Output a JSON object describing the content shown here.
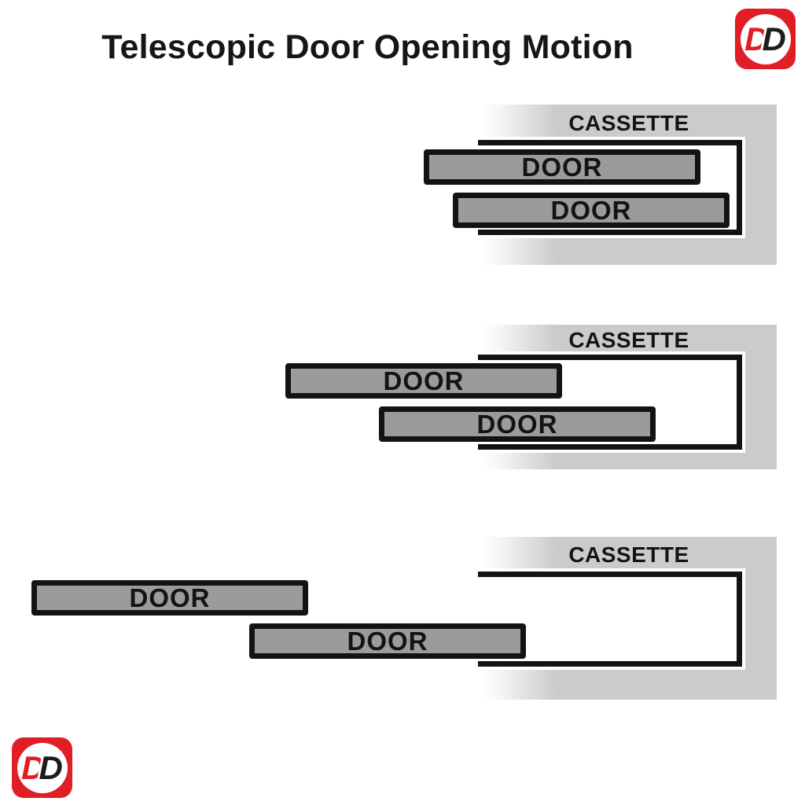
{
  "title": "Telescopic Door Opening Motion",
  "logo": {
    "letters": [
      "D",
      "D"
    ],
    "red": "#e11e26",
    "dark": "#1d1d1b"
  },
  "colors": {
    "background": "#ffffff",
    "panel_gray": "#cbcbcb",
    "door_fill": "#9b9b9b",
    "outline_black": "#131313",
    "text_black": "#141414"
  },
  "stages": [
    {
      "name": "doors-closed",
      "cassette_label": "CASSETTE",
      "doors": [
        "DOOR",
        "DOOR"
      ]
    },
    {
      "name": "doors-partially-open",
      "cassette_label": "CASSETTE",
      "doors": [
        "DOOR",
        "DOOR"
      ]
    },
    {
      "name": "doors-fully-open",
      "cassette_label": "CASSETTE",
      "doors": [
        "DOOR",
        "DOOR"
      ]
    }
  ]
}
